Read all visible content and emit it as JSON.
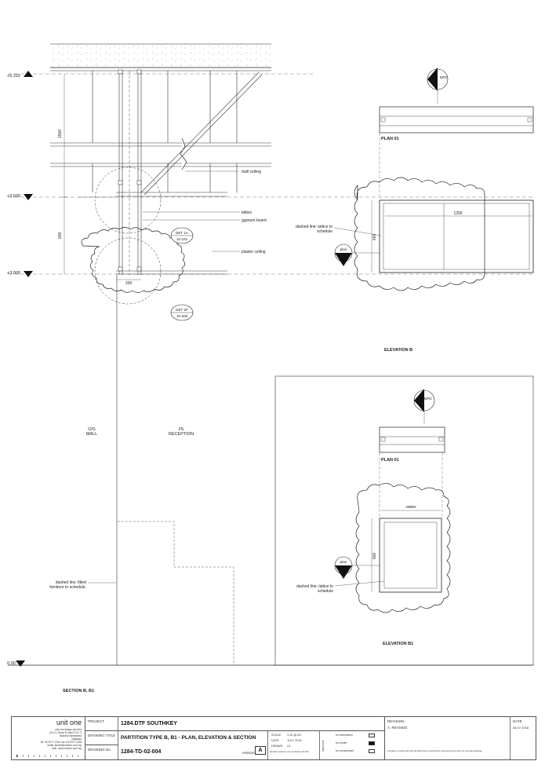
{
  "levels": {
    "top": "+5.315",
    "l1": "+3.600",
    "l2": "+3.000",
    "ground": "0.00"
  },
  "section": {
    "dims": {
      "d1500": "1500",
      "d600": "600",
      "d200": "200"
    },
    "labels": {
      "mall_ceiling": "mall ceiling",
      "lattice": "lattice",
      "gypsum": "gypsum board",
      "plaster": "plaster ceiling"
    },
    "det1": {
      "top": "DET 1A",
      "bottom": "10-101"
    },
    "det2": {
      "top": "DET 2F",
      "bottom": "10-206"
    },
    "os_mall": "O/S\nMALL",
    "is_reception": "I/S\nRECEPTION",
    "furniture_note": "dashed line: fitted\nfurniture to schedule",
    "title": "SECTION B, B1"
  },
  "elev_b": {
    "marker": "B/RC",
    "plan_title": "PLAN 01",
    "dim_w": "1200",
    "dim_h": "600",
    "note": "dashed line: lattice to\nschedule",
    "plan_marker": "plan",
    "title": "ELEVATION B"
  },
  "elev_b1": {
    "marker": "B/RC",
    "plan_title": "PLAN 01",
    "dim_w": "varies",
    "dim_h": "600",
    "note": "dashed line: lattice to\nschedule",
    "plan_marker": "plan",
    "title": "ELEVATION B1"
  },
  "title_block": {
    "logo": "unit one",
    "firm_lines": "unit one design sdn bhd\n(B-1-9, Block B Jalan PJU 7)\nMutiara Damansara\nMalaysia\ntel: 03-2077 1234  fax: 03-2077 1235\nemail: studio@unitone.com.my\nweb: www.unitone.com.my",
    "project_label": "PROJECT",
    "project": "1284.DTF SOUTHKEY",
    "drawing_title_label": "DRAWING TITLE",
    "drawing_title": "PARTITION TYPE B, B1 - PLAN, ELEVATION & SECTION",
    "drawing_no_label": "DRAWING No.",
    "drawing_no": "1284-TD-02-004",
    "revision_label": "revision",
    "revision": "A",
    "scale_label": "SCALE",
    "scale": "1:10 @ A3",
    "date_label": "DATE",
    "date": "JULY 2018",
    "drawn_label": "DRAWN",
    "drawn": "LK",
    "status_label": "status box",
    "status": [
      "for information",
      "for tender",
      "for construction"
    ],
    "revision_header": "REVISION",
    "revision_entry": "A. REVISED",
    "date_header": "DATE",
    "date_entry": "06.07.2018",
    "disclaimer": "contractor to check and verify all dimensions on site before commencing any work. do not scale drawings.",
    "copyright": "all rights reserved. unit one design sdn bhd."
  }
}
